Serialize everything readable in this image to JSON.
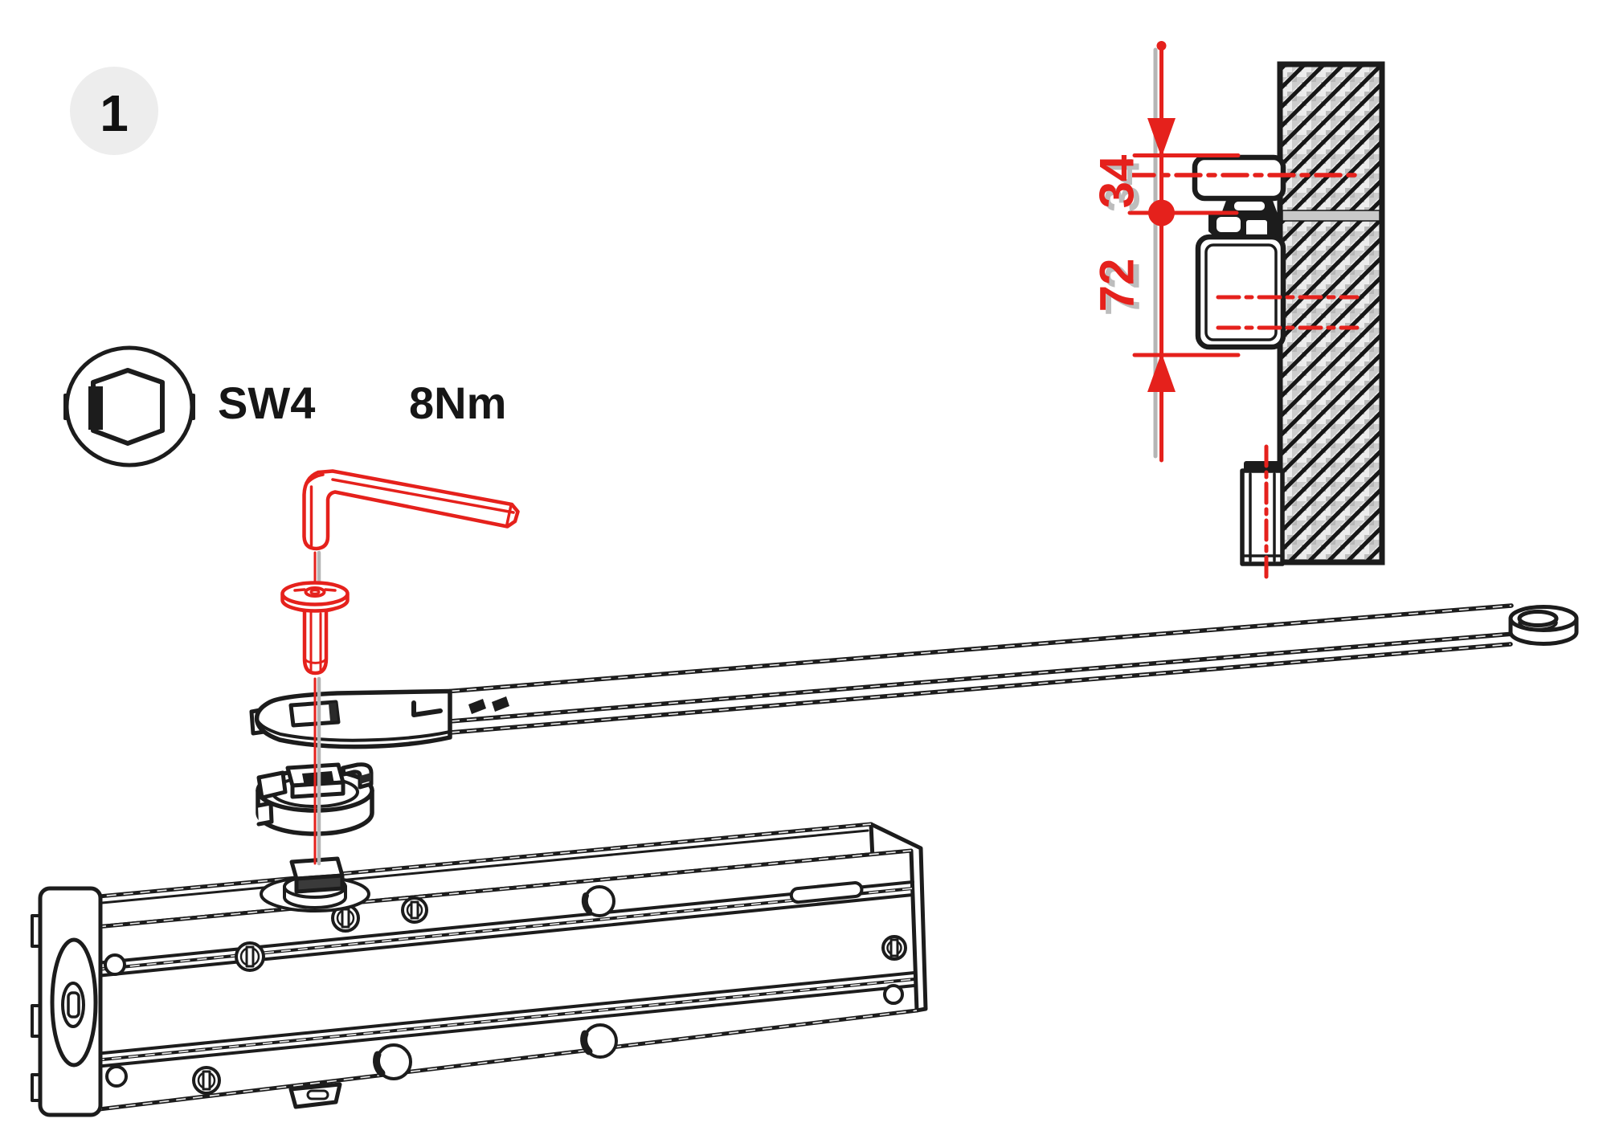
{
  "step": {
    "number": "1"
  },
  "specs": {
    "hex_key_size": "SW4",
    "torque": "8Nm"
  },
  "section_detail": {
    "dim_upper": "34",
    "dim_lower": "72"
  },
  "colors": {
    "accent_red": "#e5211c",
    "line_black": "#1c1c1c",
    "badge_gray": "#ededed",
    "hatch_divider_gray": "#c9c9c9"
  },
  "icons": {
    "step_badge": "step-number-badge",
    "socket": "hex-socket-icon",
    "tool": "allen-key-icon",
    "fastener": "screw-washer-icon",
    "section": "frame-section-detail"
  }
}
